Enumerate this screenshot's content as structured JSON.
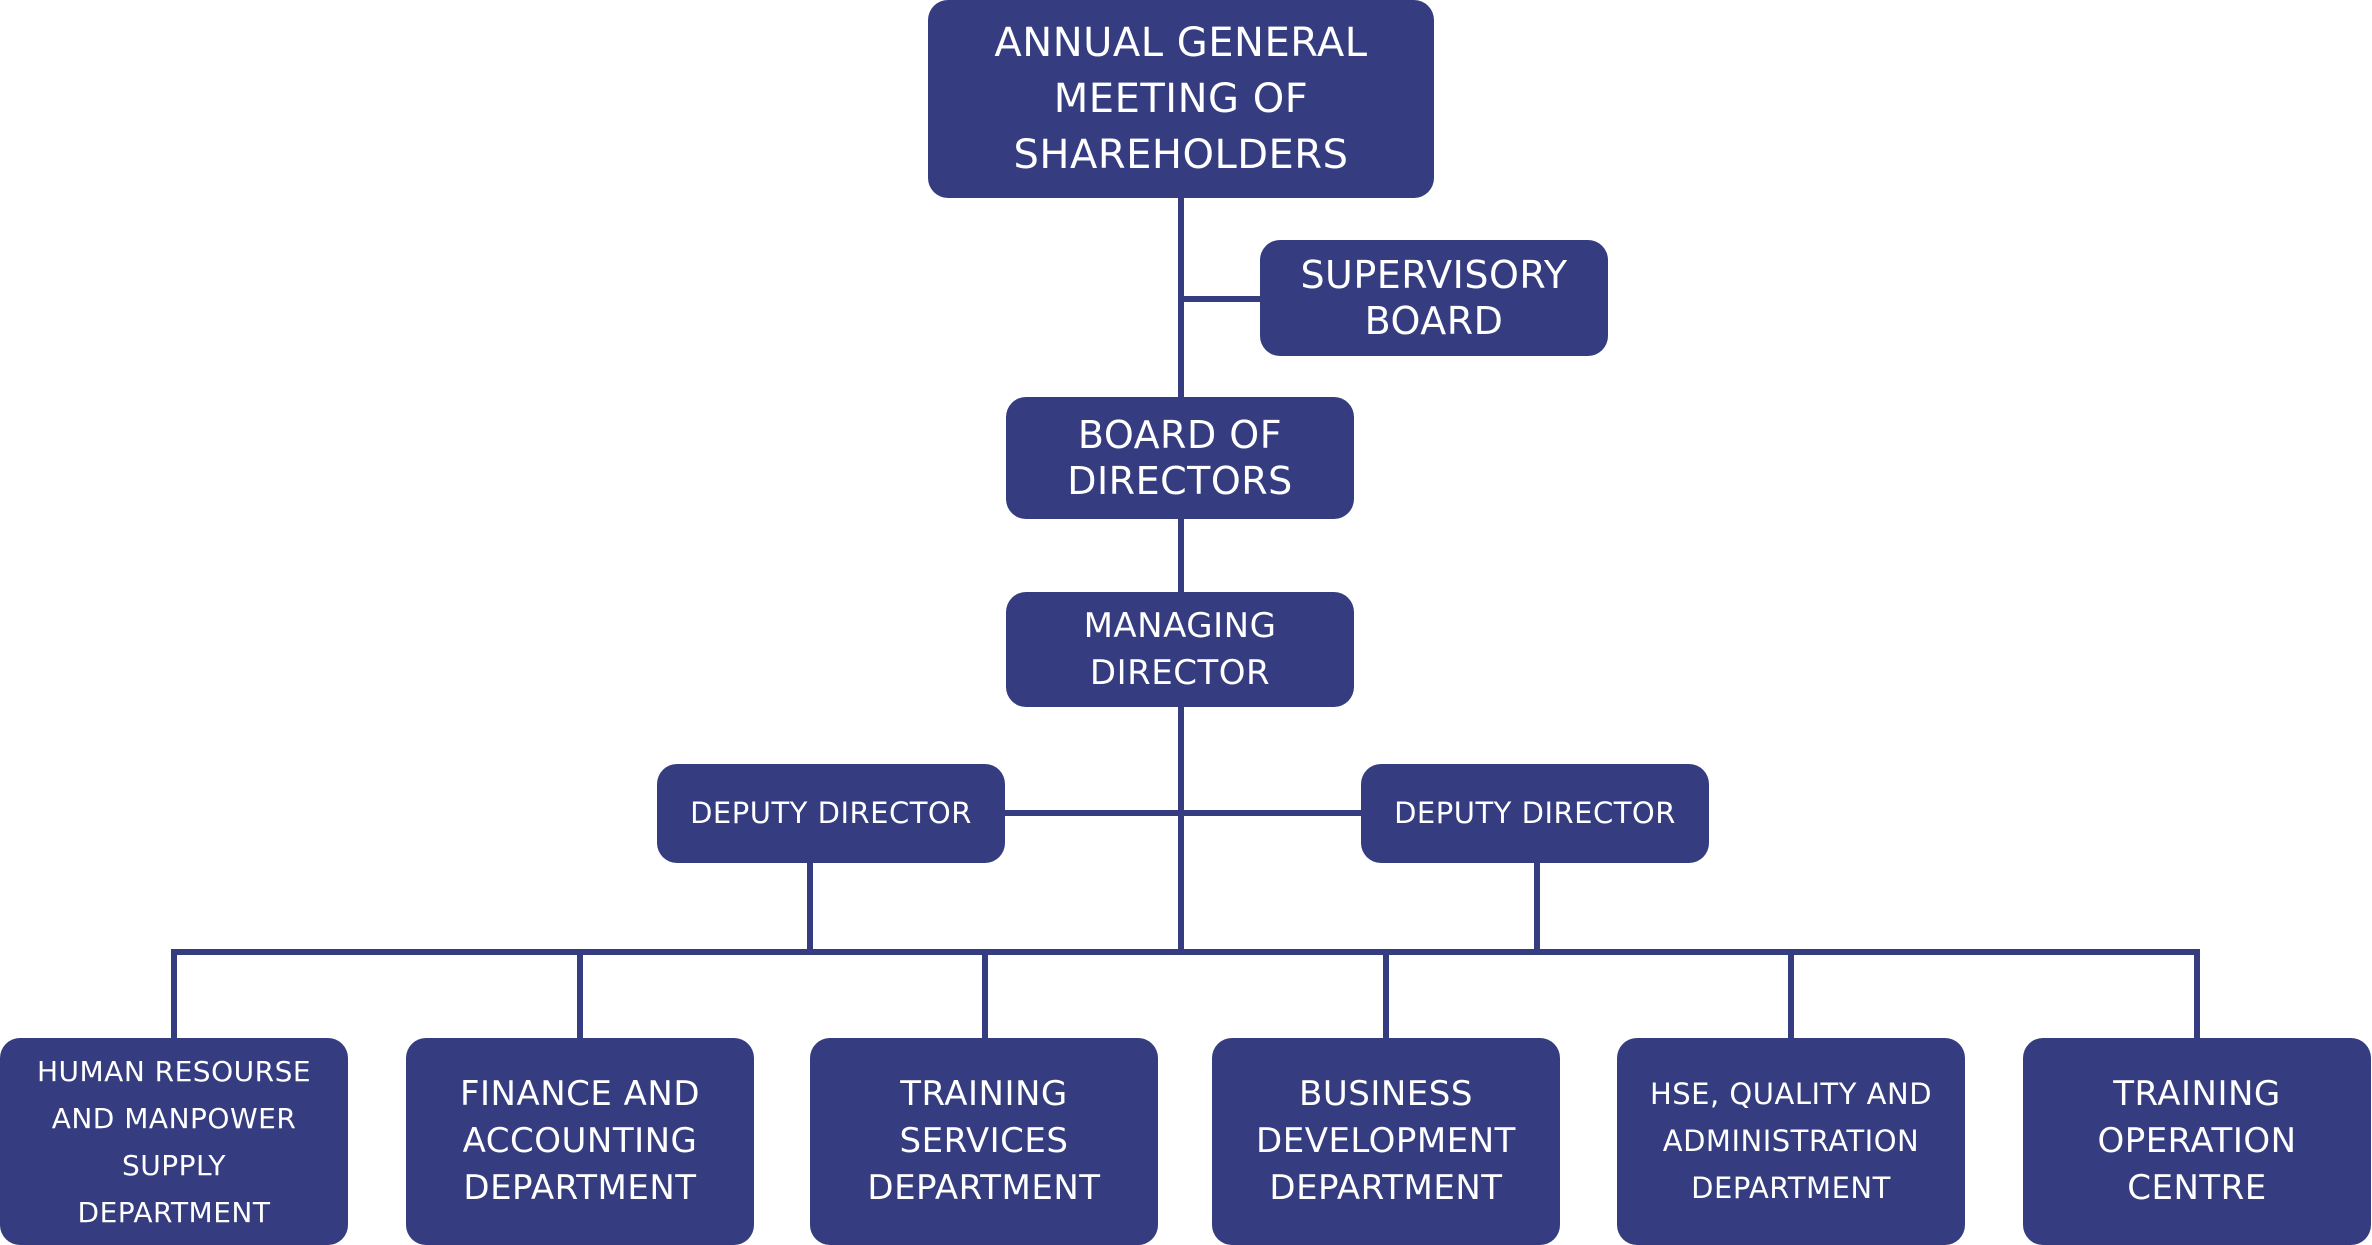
{
  "nodes": {
    "agm": "ANNUAL GENERAL\nMEETING OF\nSHAREHOLDERS",
    "supervisory_board": "SUPERVISORY\nBOARD",
    "board_of_directors": "BOARD OF\nDIRECTORS",
    "managing_director": "MANAGING\nDIRECTOR",
    "deputy_director_left": "DEPUTY DIRECTOR",
    "deputy_director_right": "DEPUTY DIRECTOR",
    "departments": [
      "HUMAN RESOURSE\nAND MANPOWER\nSUPPLY\nDEPARTMENT",
      "FINANCE AND\nACCOUNTING\nDEPARTMENT",
      "TRAINING\nSERVICES\nDEPARTMENT",
      "BUSINESS\nDEVELOPMENT\nDEPARTMENT",
      "HSE, QUALITY AND\nADMINISTRATION\nDEPARTMENT",
      "TRAINING\nOPERATION\nCENTRE"
    ]
  },
  "colors": {
    "box_fill": "#353d80",
    "box_text": "#ffffff",
    "connector": "#353d80",
    "background": "#ffffff"
  }
}
